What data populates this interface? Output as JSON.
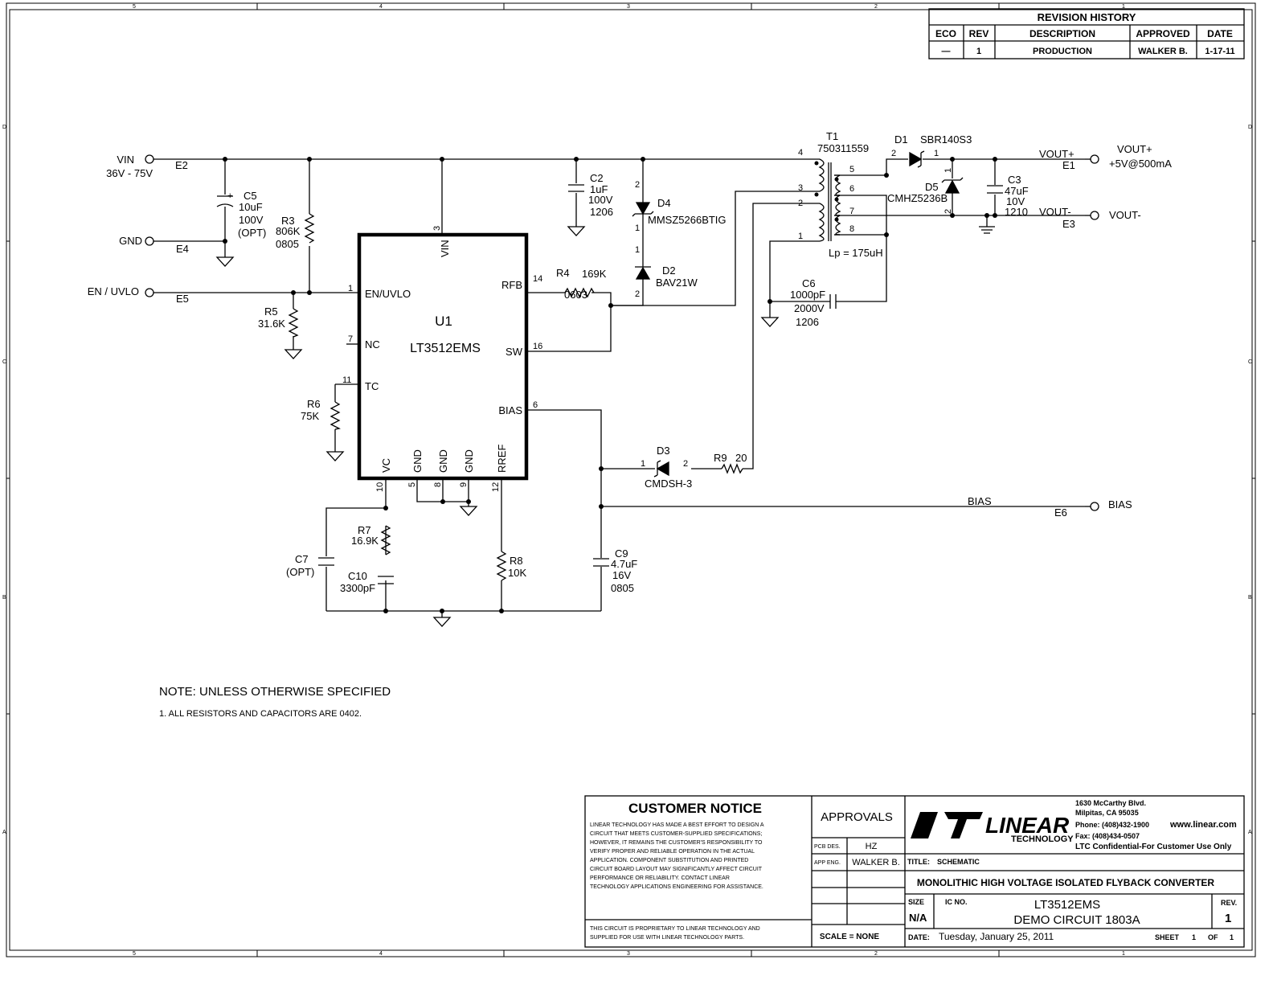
{
  "border": {
    "zones_top": [
      "5",
      "4",
      "3",
      "2",
      "1"
    ],
    "zones_side": [
      "D",
      "C",
      "B",
      "A"
    ]
  },
  "revision_history": {
    "title": "REVISION HISTORY",
    "headers": [
      "ECO",
      "REV",
      "DESCRIPTION",
      "APPROVED",
      "DATE"
    ],
    "row": [
      "—",
      "1",
      "PRODUCTION",
      "WALKER B.",
      "1-17-11"
    ]
  },
  "ports": {
    "vin": "VIN",
    "vin_range": "36V - 75V",
    "e2": "E2",
    "gnd": "GND",
    "e4": "E4",
    "en": "EN / UVLO",
    "e5": "E5",
    "vout_p_net": "VOUT+",
    "e1": "E1",
    "vout_p": "VOUT+",
    "vout_p_spec": "+5V@500mA",
    "vout_m_net": "VOUT-",
    "e3": "E3",
    "vout_m": "VOUT-",
    "bias_net": "BIAS",
    "e6": "E6",
    "bias": "BIAS"
  },
  "u1": {
    "ref": "U1",
    "part": "LT3512EMS",
    "pins": {
      "vin": "VIN",
      "vin_num": "3",
      "en": "EN/UVLO",
      "en_num": "1",
      "nc": "NC",
      "nc_num": "7",
      "tc": "TC",
      "tc_num": "11",
      "rfb": "RFB",
      "rfb_num": "14",
      "sw": "SW",
      "sw_num": "16",
      "bias": "BIAS",
      "bias_num": "6",
      "vc": "VC",
      "vc_num": "10",
      "gnd": "GND",
      "gnd1_num": "5",
      "gnd2_num": "8",
      "gnd3_num": "9",
      "rref": "RREF",
      "rref_num": "12"
    }
  },
  "components": {
    "c5": [
      "C5",
      "10uF",
      "100V",
      "(OPT)"
    ],
    "r3": [
      "R3",
      "806K",
      "0805"
    ],
    "r5": [
      "R5",
      "31.6K"
    ],
    "r6": [
      "R6",
      "75K"
    ],
    "c2": [
      "C2",
      "1uF",
      "100V",
      "1206"
    ],
    "d4": [
      "D4",
      "MMSZ5266BTIG"
    ],
    "d2": [
      "D2",
      "BAV21W"
    ],
    "d4_pins": [
      "2",
      "1"
    ],
    "d2_pins": [
      "1",
      "2"
    ],
    "r4": [
      "R4",
      "169K",
      "0603"
    ],
    "t1": [
      "T1",
      "750311559"
    ],
    "t1_pins": [
      "4",
      "3",
      "2",
      "1",
      "5",
      "6",
      "7",
      "8"
    ],
    "lp": "Lp = 175uH",
    "d1": [
      "D1",
      "SBR140S3"
    ],
    "d1_pins": [
      "2",
      "1"
    ],
    "d5": [
      "D5",
      "CMHZ5236B"
    ],
    "d5_pins": [
      "1",
      "2"
    ],
    "c3": [
      "C3",
      "47uF",
      "10V",
      "1210"
    ],
    "c6": [
      "C6",
      "1000pF",
      "2000V",
      "1206"
    ],
    "d3": [
      "D3",
      "CMDSH-3"
    ],
    "d3_pins": [
      "1",
      "2"
    ],
    "r9": [
      "R9",
      "20"
    ],
    "r7": [
      "R7",
      "16.9K"
    ],
    "c10": [
      "C10",
      "3300pF"
    ],
    "c7": [
      "C7",
      "(OPT)"
    ],
    "r8": [
      "R8",
      "10K"
    ],
    "c9": [
      "C9",
      "4.7uF",
      "16V",
      "0805"
    ]
  },
  "notes": {
    "title": "NOTE: UNLESS OTHERWISE SPECIFIED",
    "items": [
      "1.  ALL RESISTORS AND CAPACITORS ARE 0402."
    ]
  },
  "title_block": {
    "notice_title": "CUSTOMER NOTICE",
    "notice_lines": [
      "LINEAR TECHNOLOGY HAS MADE A BEST EFFORT TO DESIGN A",
      "CIRCUIT THAT MEETS CUSTOMER-SUPPLIED SPECIFICATIONS;",
      "HOWEVER, IT REMAINS THE CUSTOMER'S RESPONSIBILITY TO",
      "VERIFY PROPER AND RELIABLE OPERATION IN THE ACTUAL",
      "APPLICATION.  COMPONENT SUBSTITUTION AND PRINTED",
      "CIRCUIT BOARD LAYOUT MAY SIGNIFICANTLY AFFECT CIRCUIT",
      "PERFORMANCE OR RELIABILITY.  CONTACT LINEAR",
      "TECHNOLOGY APPLICATIONS ENGINEERING FOR ASSISTANCE."
    ],
    "proprietary_lines": [
      "THIS CIRCUIT IS PROPRIETARY TO LINEAR TECHNOLOGY AND",
      "SUPPLIED FOR USE WITH LINEAR TECHNOLOGY PARTS."
    ],
    "approvals": "APPROVALS",
    "pcb_des_label": "PCB DES.",
    "pcb_des": "HZ",
    "app_eng_label": "APP ENG.",
    "app_eng": "WALKER B.",
    "scale": "SCALE = NONE",
    "logo_text": "LINEAR",
    "logo_sub": "TECHNOLOGY",
    "address_lines": [
      "1630 McCarthy Blvd.",
      "Milpitas, CA 95035",
      "Phone: (408)432-1900",
      "Fax: (408)434-0507"
    ],
    "website": "www.linear.com",
    "confidential": "LTC Confidential-For Customer Use Only",
    "title_label": "TITLE:",
    "title_value": "SCHEMATIC",
    "description": "MONOLITHIC HIGH VOLTAGE ISOLATED FLYBACK CONVERTER",
    "size_label": "SIZE",
    "size": "N/A",
    "icno_label": "IC NO.",
    "icno": "LT3512EMS",
    "demo": "DEMO CIRCUIT 1803A",
    "rev_label": "REV.",
    "rev": "1",
    "date_label": "DATE:",
    "date": "Tuesday, January 25, 2011",
    "sheet_label": "SHEET",
    "sheet": "1",
    "of_label": "OF",
    "of": "1"
  }
}
